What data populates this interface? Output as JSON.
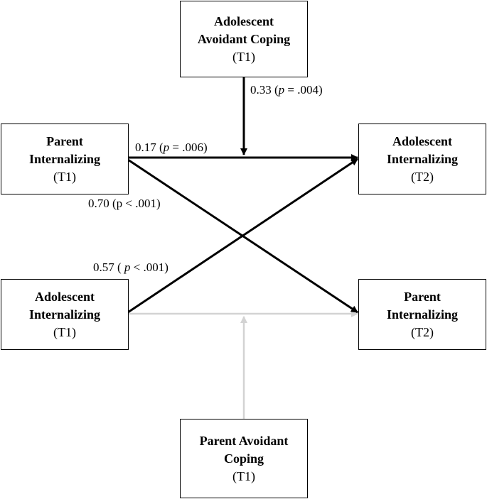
{
  "nodes": {
    "adol_avoid_t1": {
      "line1": "Adolescent",
      "line2": "Avoidant Coping",
      "time": "(T1)"
    },
    "parent_int_t1": {
      "line1": "Parent",
      "line2": "Internalizing",
      "time": "(T1)"
    },
    "adol_int_t2": {
      "line1": "Adolescent",
      "line2": "Internalizing",
      "time": "(T2)"
    },
    "adol_int_t1": {
      "line1": "Adolescent",
      "line2": "Internalizing",
      "time": "(T1)"
    },
    "parent_int_t2": {
      "line1": "Parent",
      "line2": "Internalizing",
      "time": "(T2)"
    },
    "parent_avoid_t1": {
      "line1": "Parent Avoidant",
      "line2": "Coping",
      "time": "(T1)"
    }
  },
  "edges": {
    "moderation_adol": {
      "coef": "0.33",
      "open": "(",
      "p": "p",
      "rel": "= .004)",
      "color": "#000000"
    },
    "parent_t1_to_adol_t2": {
      "coef": "0.17",
      "open": "(",
      "p": "p",
      "rel": "= .006)",
      "color": "#000000"
    },
    "parent_t1_to_parent_t2": {
      "coef": "0.70",
      "text": "(p < .001)",
      "color": "#000000"
    },
    "adol_t1_to_adol_t2": {
      "coef": "0.57",
      "open": "(",
      "p": "p",
      "rel": "< .001)",
      "color": "#000000"
    },
    "adol_t1_to_parent_t2": {
      "color": "#d3d3d3"
    },
    "moderation_parent": {
      "color": "#d3d3d3"
    }
  }
}
